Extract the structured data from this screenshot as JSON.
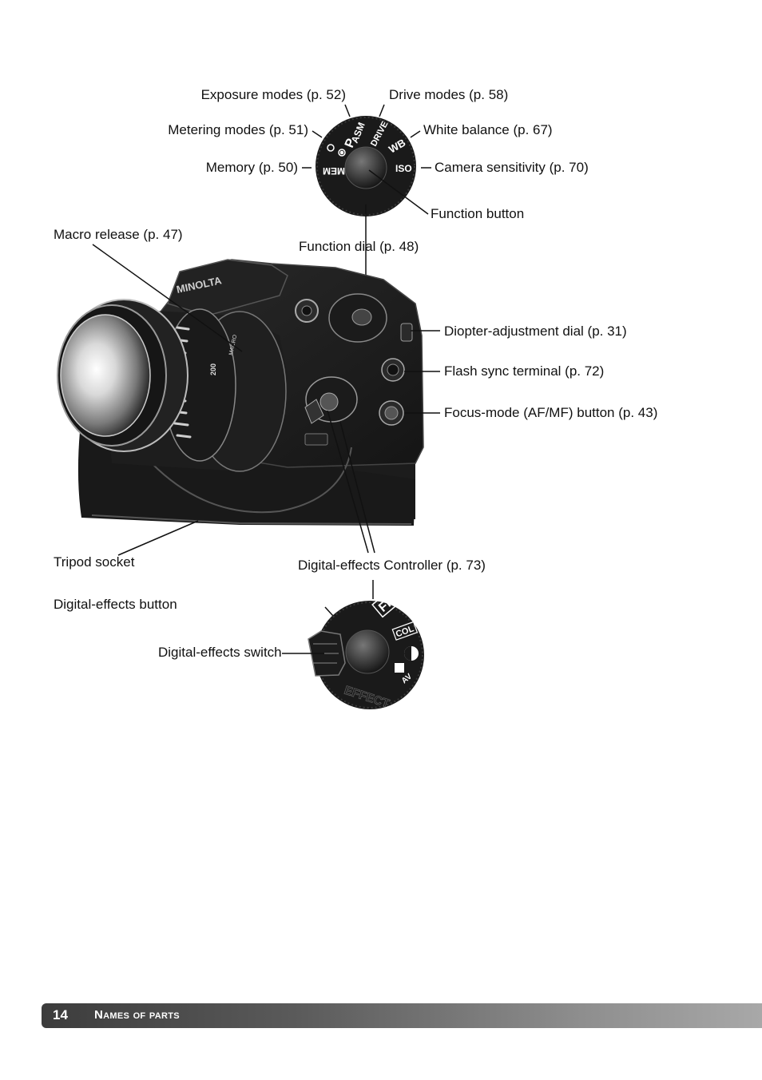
{
  "labels": {
    "exposure_modes": "Exposure modes (p. 52)",
    "drive_modes": "Drive modes (p. 58)",
    "metering_modes": "Metering modes (p. 51)",
    "white_balance": "White balance (p. 67)",
    "memory": "Memory (p. 50)",
    "camera_sensitivity": "Camera sensitivity (p. 70)",
    "function_button": "Function button",
    "macro_release": "Macro release (p. 47)",
    "function_dial": "Function dial (p. 48)",
    "diopter_dial": "Diopter-adjustment dial (p. 31)",
    "flash_sync": "Flash sync terminal (p. 72)",
    "focus_mode": "Focus-mode (AF/MF) button (p. 43)",
    "tripod_socket": "Tripod socket",
    "de_controller": "Digital-effects Controller (p. 73)",
    "de_button": "Digital-effects button",
    "de_switch": "Digital-effects switch"
  },
  "function_dial_marks": {
    "asm": "ASM",
    "p": "P",
    "drive": "DRIVE",
    "wb": "WB",
    "iso": "ISO",
    "mem": "MEM"
  },
  "effect_dial_marks": {
    "fil": "FIL",
    "col": "COL",
    "av": "AV",
    "effect": "EFFECT"
  },
  "camera": {
    "brand": "MINOLTA",
    "zoom_mark": "200",
    "macro_mark": "MACRO"
  },
  "footer": {
    "page_number": "14",
    "section_title": "Names of parts"
  }
}
